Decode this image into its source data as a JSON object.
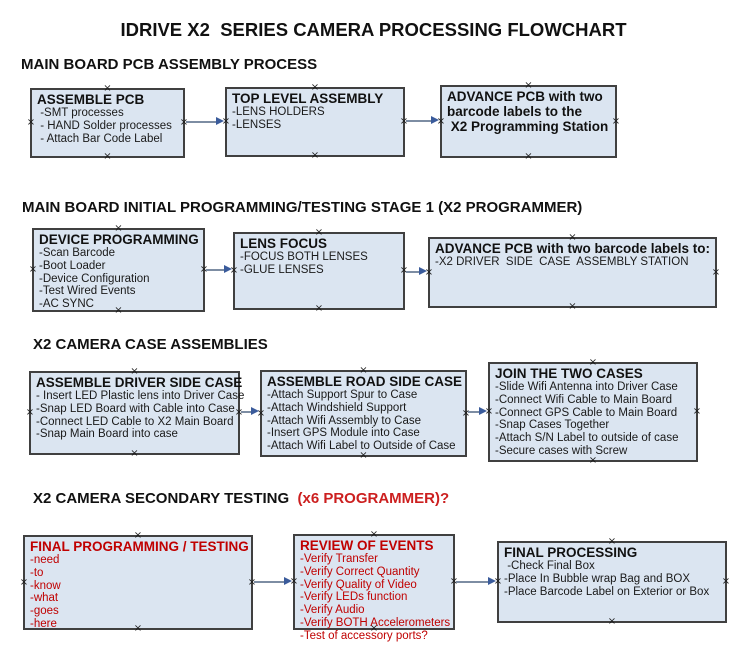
{
  "title": "IDRIVE X2  SERIES CAMERA PROCESSING FLOWCHART",
  "ui": {
    "anchor_glyph": "×",
    "colors": {
      "box_fill": "#dbe5f1",
      "box_border": "#404040",
      "red_text": "#c00000",
      "header_red": "#cc1f1f",
      "arrow_line": "#7d8da3",
      "arrow_head": "#3a5b9b"
    }
  },
  "sections": [
    {
      "header": "MAIN BOARD PCB ASSEMBLY PROCESS",
      "header_red": "",
      "boxes": [
        {
          "heading": "ASSEMBLE PCB",
          "items": [
            " -SMT processes",
            " - HAND Solder processes",
            " - Attach Bar Code Label"
          ],
          "red": false
        },
        {
          "heading": "TOP LEVEL ASSEMBLY",
          "items": [
            "-LENS HOLDERS",
            "-LENSES"
          ],
          "red": false
        },
        {
          "heading": "ADVANCE PCB with two\nbarcode labels to the\n X2 Programming Station",
          "items": [],
          "red": false
        }
      ]
    },
    {
      "header": "MAIN BOARD INITIAL PROGRAMMING/TESTING STAGE 1 (X2 PROGRAMMER)",
      "header_red": "",
      "boxes": [
        {
          "heading": "DEVICE PROGRAMMING",
          "items": [
            "-Scan Barcode",
            "-Boot Loader",
            "-Device Configuration",
            "-Test Wired Events",
            "-AC SYNC"
          ],
          "red": false
        },
        {
          "heading": "LENS FOCUS",
          "items": [
            "-FOCUS BOTH LENSES",
            "-GLUE LENSES"
          ],
          "red": false
        },
        {
          "heading": "ADVANCE PCB with two barcode labels to:",
          "items": [
            "-X2 DRIVER  SIDE  CASE  ASSEMBLY STATION"
          ],
          "red": false
        }
      ]
    },
    {
      "header": "X2 CAMERA CASE ASSEMBLIES",
      "header_red": "",
      "boxes": [
        {
          "heading": "ASSEMBLE DRIVER SIDE CASE",
          "items": [
            "- Insert LED Plastic lens into Driver Case",
            "-Snap LED Board with Cable into Case",
            "-Connect LED Cable to X2 Main Board",
            "-Snap Main Board into case"
          ],
          "red": false
        },
        {
          "heading": "ASSEMBLE ROAD SIDE CASE",
          "items": [
            "-Attach Support Spur to Case",
            "-Attach Windshield Support",
            "-Attach Wifi Assembly to Case",
            "-Insert GPS Module into Case",
            "-Attach Wifi Label to Outside of Case"
          ],
          "red": false
        },
        {
          "heading": "JOIN THE TWO CASES",
          "items": [
            "-Slide Wifi Antenna into Driver Case",
            "-Connect Wifi Cable to Main Board",
            "-Connect GPS Cable to Main Board",
            "-Snap Cases Together",
            "-Attach S/N Label to outside of case",
            "-Secure cases with Screw"
          ],
          "red": false
        }
      ]
    },
    {
      "header": "X2 CAMERA SECONDARY TESTING ",
      "header_red": " (x6 PROGRAMMER)?",
      "boxes": [
        {
          "heading": "FINAL PROGRAMMING / TESTING",
          "items": [
            "-need",
            "-to",
            "-know",
            "-what",
            "-goes",
            "-here"
          ],
          "red": true
        },
        {
          "heading": "REVIEW OF EVENTS",
          "items": [
            "-Verify Transfer",
            "-Verify Correct Quantity",
            "-Verify Quality of Video",
            "-Verify LEDs function",
            "-Verify Audio",
            "-Verify BOTH Accelerometers",
            "-Test of accessory ports?"
          ],
          "red": true
        },
        {
          "heading": "FINAL PROCESSING",
          "items": [
            " -Check Final Box",
            "-Place In Bubble wrap Bag and BOX",
            "-Place Barcode Label on Exterior or Box"
          ],
          "red": false
        }
      ]
    }
  ]
}
